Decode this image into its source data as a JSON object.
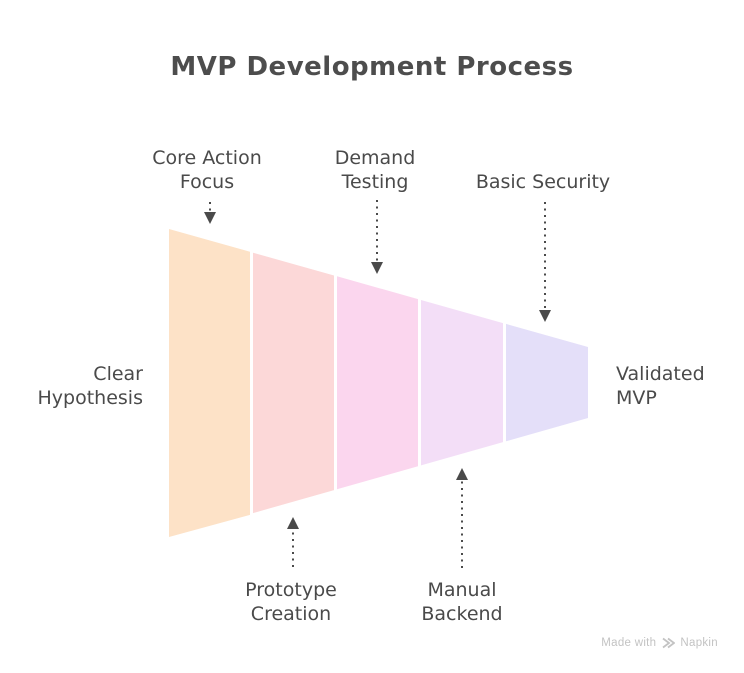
{
  "title": "MVP Development Process",
  "colors": {
    "text": "#4a4a4a",
    "arrow": "#4a4a4a",
    "watermark": "#c3c3c3",
    "background": "#ffffff"
  },
  "funnel": {
    "type": "funnel",
    "direction": "left-to-right",
    "stages": [
      {
        "label": "Core Action Focus",
        "color": "#fde2c7"
      },
      {
        "label": "Prototype Creation",
        "color": "#fcd8d8"
      },
      {
        "label": "Demand Testing",
        "color": "#fbd6ee"
      },
      {
        "label": "Manual Backend",
        "color": "#f3def7"
      },
      {
        "label": "Basic Security",
        "color": "#e4dff9"
      }
    ],
    "input_label": {
      "line1": "Clear",
      "line2": "Hypothesis"
    },
    "output_label": {
      "line1": "Validated",
      "line2": "MVP"
    }
  },
  "labels": {
    "core_action": {
      "line1": "Core Action",
      "line2": "Focus"
    },
    "demand_testing": {
      "line1": "Demand",
      "line2": "Testing"
    },
    "basic_security": {
      "line1": "Basic Security"
    },
    "prototype_creation": {
      "line1": "Prototype",
      "line2": "Creation"
    },
    "manual_backend": {
      "line1": "Manual",
      "line2": "Backend"
    }
  },
  "watermark": {
    "prefix": "Made with",
    "brand": "Napkin"
  }
}
